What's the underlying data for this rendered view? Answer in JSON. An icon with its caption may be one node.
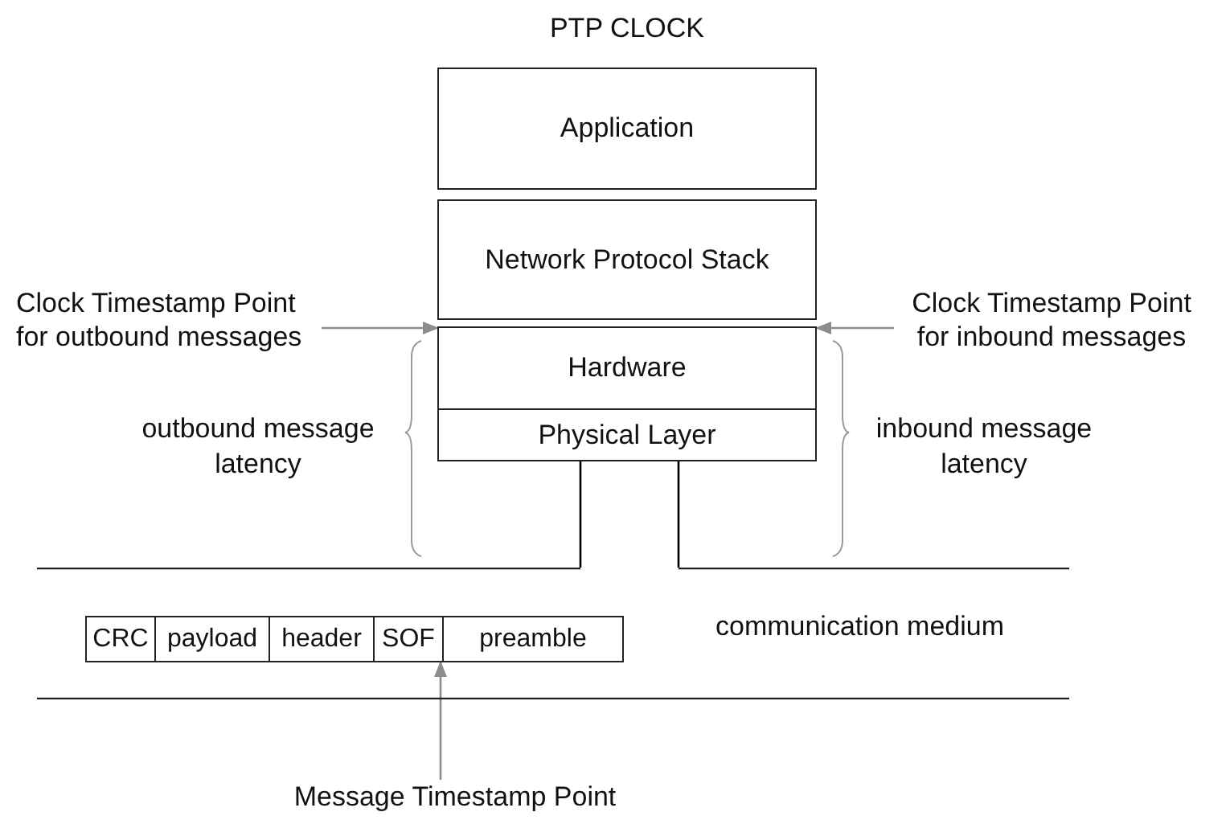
{
  "diagram": {
    "title": "PTP CLOCK",
    "nodes": [
      {
        "text": [
          "Application"
        ]
      },
      {
        "text": [
          "Network Protocol Stack"
        ]
      },
      {
        "text": [
          "Hardware"
        ]
      },
      {
        "text": [
          "Physical Layer"
        ]
      },
      {
        "text": [
          "Clock Timestamp Point for outbound messages"
        ]
      },
      {
        "text": [
          "Clock Timestamp Point for inbound messages"
        ]
      },
      {
        "text": [
          "CRC"
        ],
        "in": 12
      },
      {
        "text": [
          "payload"
        ],
        "in": 12
      },
      {
        "text": [
          "header"
        ],
        "in": 12
      },
      {
        "text": [
          "SOF"
        ],
        "in": 12
      },
      {
        "text": [
          "preamble"
        ],
        "in": 12
      },
      {
        "text": [
          "Message Timestamp Point"
        ]
      },
      {
        "text": [
          "communication medium"
        ]
      }
    ],
    "edges": [
      {
        "from": 3,
        "to": 12,
        "arrow": "none",
        "color": "#000000"
      },
      {
        "from": 3,
        "to": 12,
        "arrow": "none",
        "color": "#000000"
      },
      {
        "from": 4,
        "to": 2,
        "arrow": "to"
      },
      {
        "from": 5,
        "to": 2,
        "arrow": "to"
      },
      {
        "from": 11,
        "to": 9,
        "arrow": "to"
      }
    ],
    "labels": [
      "outbound message latency",
      "inbound message latency"
    ]
  }
}
